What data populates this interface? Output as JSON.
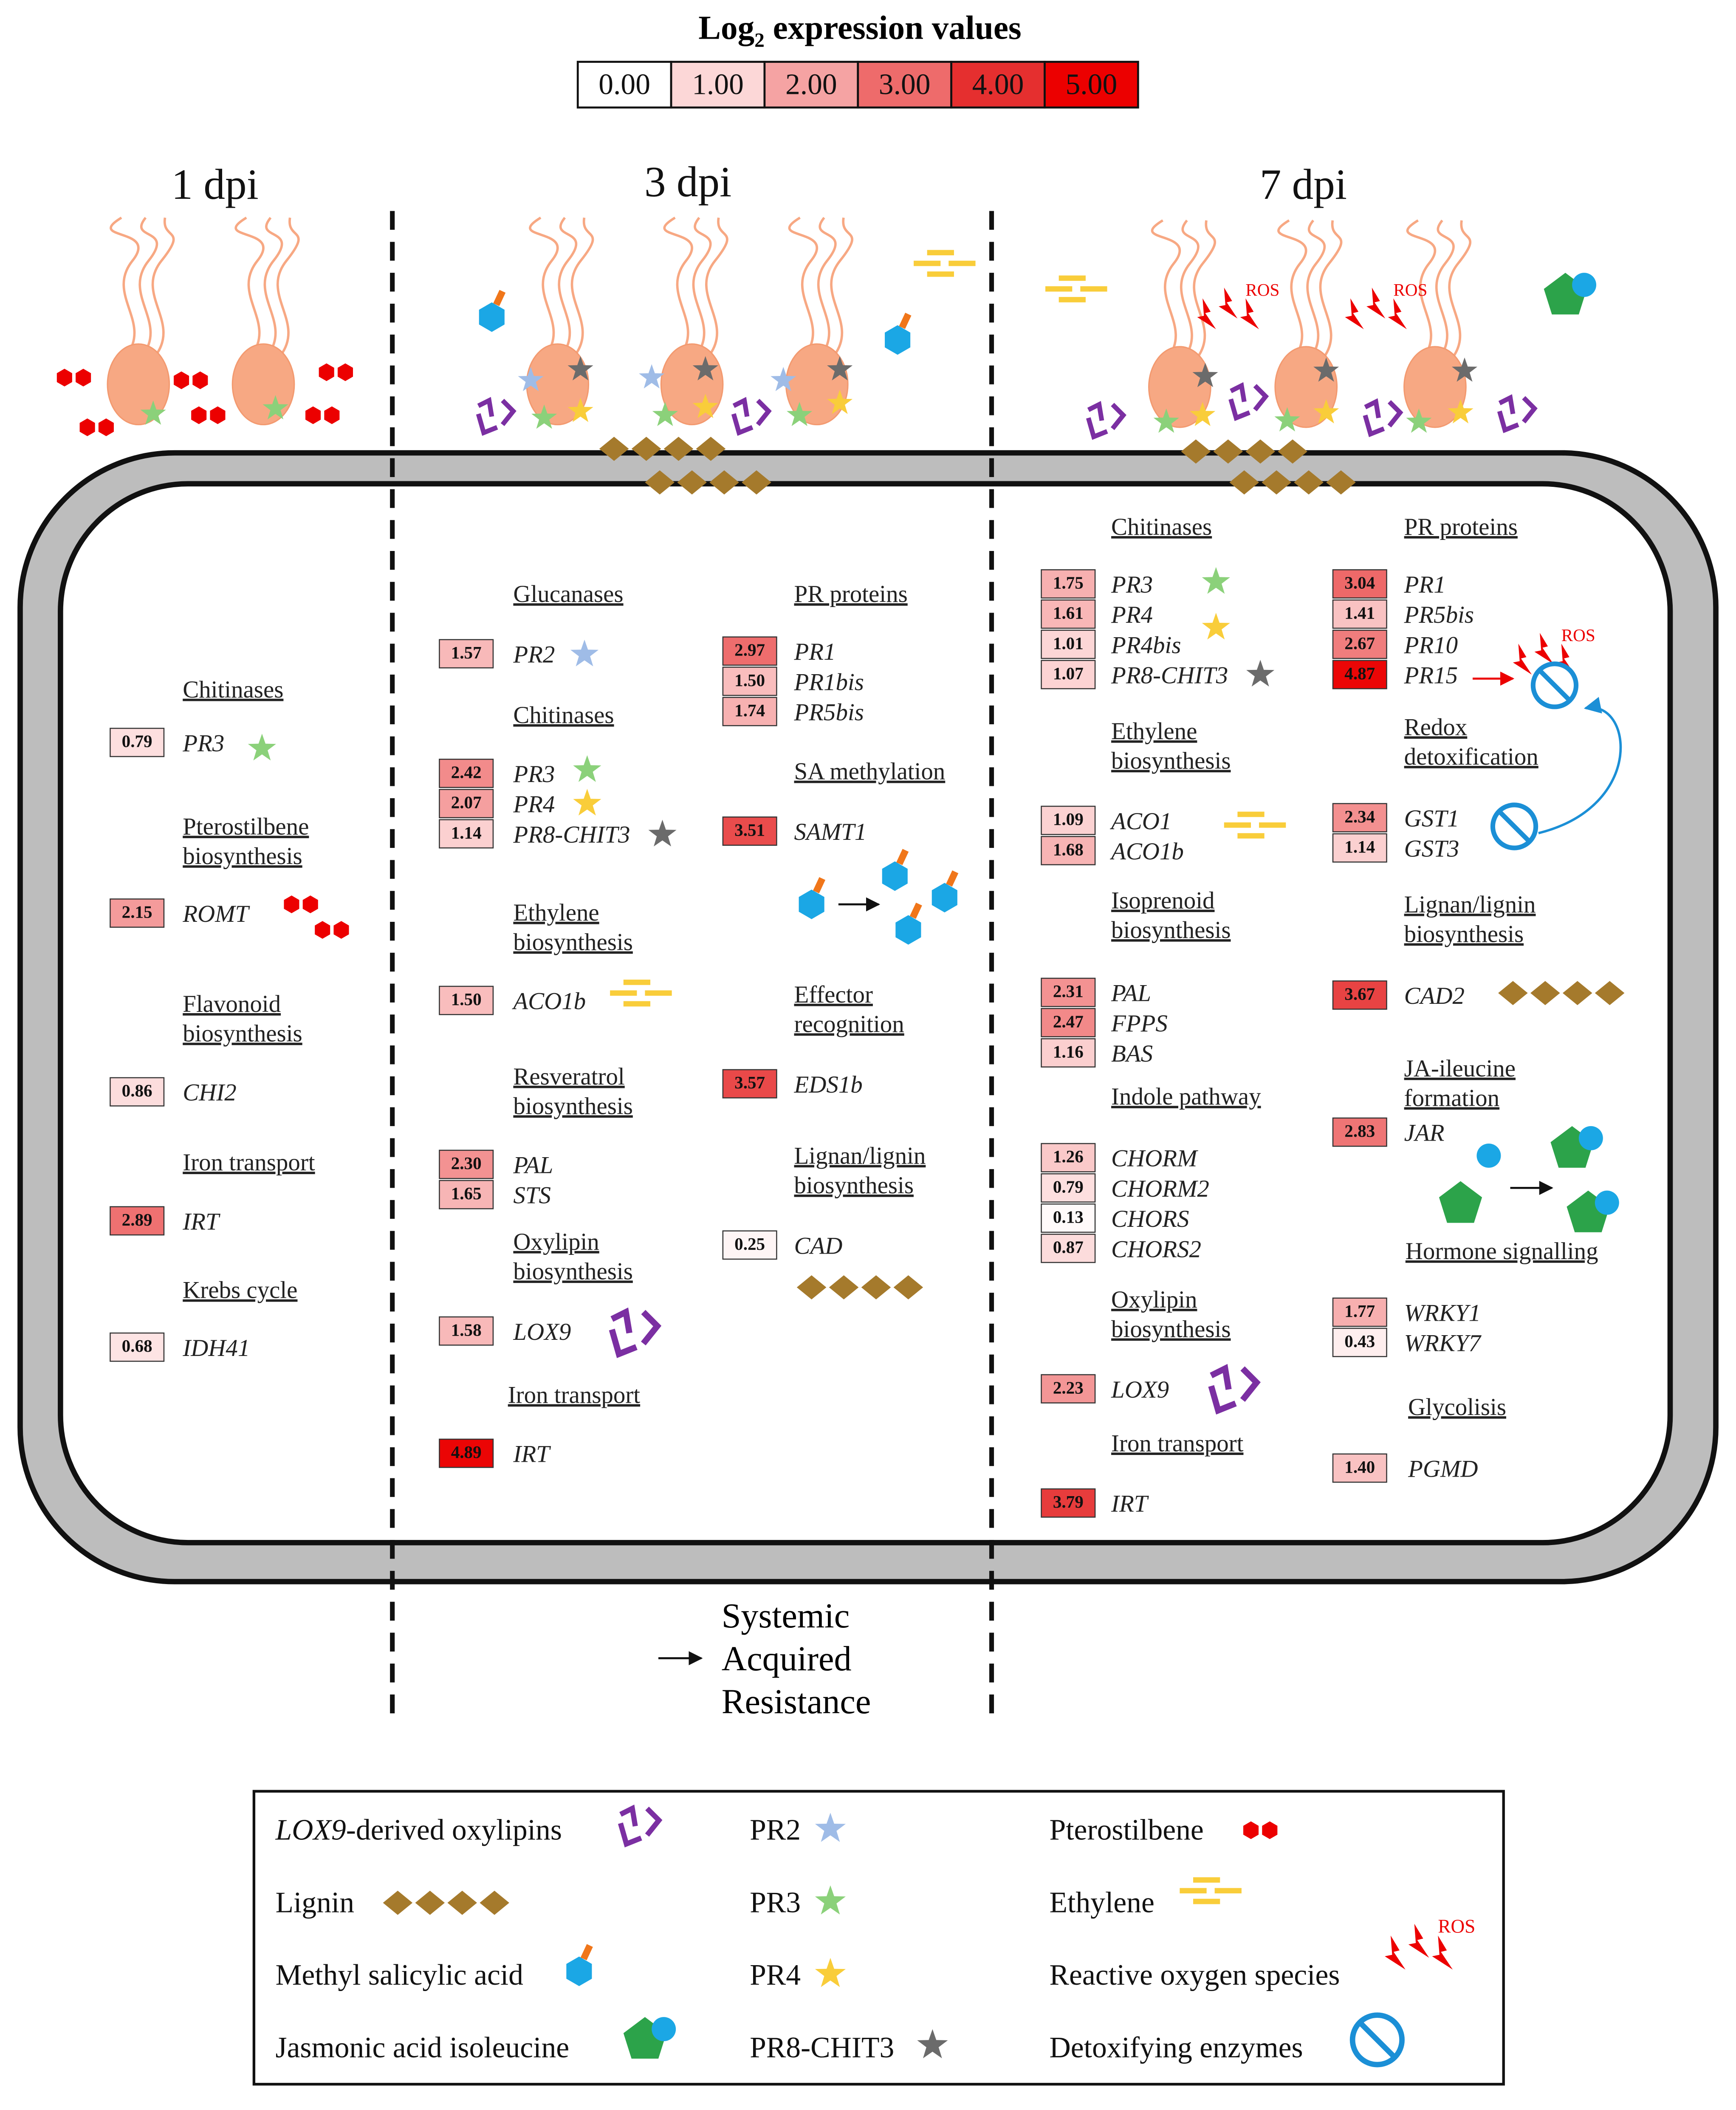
{
  "title_prefix": "Log",
  "title_sub": "2",
  "title_suffix": " expression values",
  "scale_labels": [
    "0.00",
    "1.00",
    "2.00",
    "3.00",
    "4.00",
    "5.00"
  ],
  "scale_colors": [
    "#ffffff",
    "#fcd7d7",
    "#f5a3a3",
    "#ee6b6b",
    "#e52f2f",
    "#ec0000"
  ],
  "days": [
    "1 dpi",
    "3 dpi",
    "7 dpi"
  ],
  "ros": "ROS",
  "sar": [
    "Systemic",
    "Acquired",
    "Resistance"
  ],
  "colors": {
    "oxylipin": "#7b2fa2",
    "lignin": "#a57a2c",
    "methyl_sa": "#1ba7e5",
    "orange_tag": "#f0761a",
    "ja_ile": "#2ca34a",
    "pr2": "#9fbce7",
    "pr3": "#8bd17a",
    "pr4": "#f9cd3a",
    "pr8": "#6b6b6b",
    "pterostilbene": "#ec0000",
    "ethylene": "#f9cd3a",
    "ros": "#ec0000",
    "detox": "#1b8fd6",
    "bacteria": "#f7a883",
    "membrane": "#bdbdbd"
  },
  "genes": {
    "d1": {
      "chitinases": {
        "header": "Chitinases",
        "items": [
          {
            "gene": "PR3",
            "value": "0.79"
          }
        ]
      },
      "pterostilbene": {
        "header": [
          "Pterostilbene",
          "biosynthesis"
        ],
        "items": [
          {
            "gene": "ROMT",
            "value": "2.15"
          }
        ]
      },
      "flavonoid": {
        "header": [
          "Flavonoid",
          "biosynthesis"
        ],
        "items": [
          {
            "gene": "CHI2",
            "value": "0.86"
          }
        ]
      },
      "iron": {
        "header": "Iron transport",
        "items": [
          {
            "gene": "IRT",
            "value": "2.89"
          }
        ]
      },
      "krebs": {
        "header": "Krebs cycle",
        "items": [
          {
            "gene": "IDH41",
            "value": "0.68"
          }
        ]
      }
    },
    "d3a": {
      "glucanases": {
        "header": "Glucanases",
        "items": [
          {
            "gene": "PR2",
            "value": "1.57"
          }
        ]
      },
      "chitinases": {
        "header": "Chitinases",
        "items": [
          {
            "gene": "PR3",
            "value": "2.42"
          },
          {
            "gene": "PR4",
            "value": "2.07"
          },
          {
            "gene": "PR8-CHIT3",
            "value": "1.14"
          }
        ]
      },
      "ethylene": {
        "header": [
          "Ethylene",
          "biosynthesis"
        ],
        "items": [
          {
            "gene": "ACO1b",
            "value": "1.50"
          }
        ]
      },
      "resveratrol": {
        "header": [
          "Resveratrol",
          "biosynthesis"
        ],
        "items": [
          {
            "gene": "PAL",
            "value": "2.30"
          },
          {
            "gene": "STS",
            "value": "1.65"
          }
        ]
      },
      "oxylipin": {
        "header": [
          "Oxylipin",
          "biosynthesis"
        ],
        "items": [
          {
            "gene": "LOX9",
            "value": "1.58"
          }
        ]
      },
      "iron": {
        "header": "Iron transport",
        "items": [
          {
            "gene": "IRT",
            "value": "4.89"
          }
        ]
      }
    },
    "d3b": {
      "pr": {
        "header": "PR proteins",
        "items": [
          {
            "gene": "PR1",
            "value": "2.97"
          },
          {
            "gene": "PR1bis",
            "value": "1.50"
          },
          {
            "gene": "PR5bis",
            "value": "1.74"
          }
        ]
      },
      "sa": {
        "header": "SA methylation",
        "items": [
          {
            "gene": "SAMT1",
            "value": "3.51"
          }
        ]
      },
      "effector": {
        "header": [
          "Effector",
          "recognition"
        ],
        "items": [
          {
            "gene": "EDS1b",
            "value": "3.57"
          }
        ]
      },
      "lignan": {
        "header": [
          "Lignan/lignin",
          "biosynthesis"
        ],
        "items": [
          {
            "gene": "CAD",
            "value": "0.25"
          }
        ]
      }
    },
    "d7a": {
      "chitinases": {
        "header": "Chitinases",
        "items": [
          {
            "gene": "PR3",
            "value": "1.75"
          },
          {
            "gene": "PR4",
            "value": "1.61"
          },
          {
            "gene": "PR4bis",
            "value": "1.01"
          },
          {
            "gene": "PR8-CHIT3",
            "value": "1.07"
          }
        ]
      },
      "ethylene": {
        "header": [
          "Ethylene",
          "biosynthesis"
        ],
        "items": [
          {
            "gene": "ACO1",
            "value": "1.09"
          },
          {
            "gene": "ACO1b",
            "value": "1.68"
          }
        ]
      },
      "isoprenoid": {
        "header": [
          "Isoprenoid",
          "biosynthesis"
        ],
        "items": [
          {
            "gene": "PAL",
            "value": "2.31"
          },
          {
            "gene": "FPPS",
            "value": "2.47"
          },
          {
            "gene": "BAS",
            "value": "1.16"
          }
        ]
      },
      "indole": {
        "header": "Indole pathway",
        "items": [
          {
            "gene": "CHORM",
            "value": "1.26"
          },
          {
            "gene": "CHORM2",
            "value": "0.79"
          },
          {
            "gene": "CHORS",
            "value": "0.13"
          },
          {
            "gene": "CHORS2",
            "value": "0.87"
          }
        ]
      },
      "oxylipin": {
        "header": [
          "Oxylipin",
          "biosynthesis"
        ],
        "items": [
          {
            "gene": "LOX9",
            "value": "2.23"
          }
        ]
      },
      "iron": {
        "header": "Iron transport",
        "items": [
          {
            "gene": "IRT",
            "value": "3.79"
          }
        ]
      }
    },
    "d7b": {
      "pr": {
        "header": "PR proteins",
        "items": [
          {
            "gene": "PR1",
            "value": "3.04"
          },
          {
            "gene": "PR5bis",
            "value": "1.41"
          },
          {
            "gene": "PR10",
            "value": "2.67"
          },
          {
            "gene": "PR15",
            "value": "4.87"
          }
        ]
      },
      "redox": {
        "header": [
          "Redox",
          "detoxification"
        ],
        "items": [
          {
            "gene": "GST1",
            "value": "2.34"
          },
          {
            "gene": "GST3",
            "value": "1.14"
          }
        ]
      },
      "lignan": {
        "header": [
          "Lignan/lignin",
          "biosynthesis"
        ],
        "items": [
          {
            "gene": "CAD2",
            "value": "3.67"
          }
        ]
      },
      "ja": {
        "header": [
          "JA-ileucine",
          "formation"
        ],
        "items": [
          {
            "gene": "JAR",
            "value": "2.83"
          }
        ]
      },
      "hormone": {
        "header": "Hormone signalling",
        "items": [
          {
            "gene": "WRKY1",
            "value": "1.77"
          },
          {
            "gene": "WRKY7",
            "value": "0.43"
          }
        ]
      },
      "glyco": {
        "header": "Glycolisis",
        "items": [
          {
            "gene": "PGMD",
            "value": "1.40"
          }
        ]
      }
    }
  },
  "legend": {
    "oxylipins_italic": "LOX9",
    "oxylipins_rest": "-derived oxylipins",
    "lignin": "Lignin",
    "methyl_sa": "Methyl salicylic acid",
    "ja_ile": "Jasmonic acid isoleucine",
    "pr2": "PR2",
    "pr3": "PR3",
    "pr4": "PR4",
    "pr8": "PR8-CHIT3",
    "pterostilbene": "Pterostilbene",
    "ethylene": "Ethylene",
    "ros": "Reactive oxygen species",
    "detox": "Detoxifying enzymes"
  }
}
